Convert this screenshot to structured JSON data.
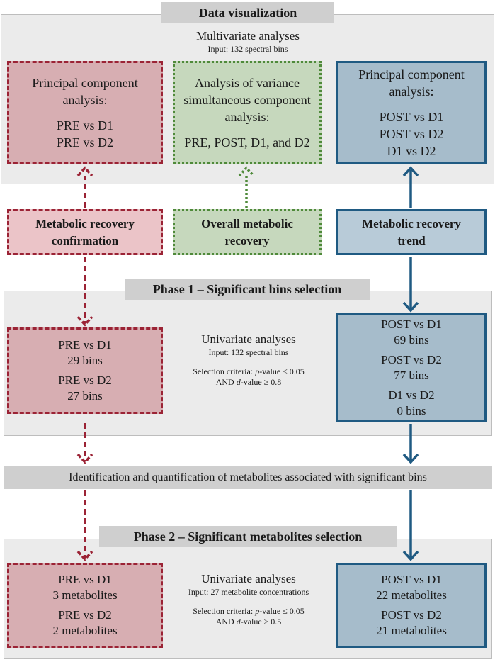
{
  "data_visualization": {
    "banner": "Data visualization",
    "multivariate_title": "Multivariate analyses",
    "multivariate_input": "Input: 132 spectral bins",
    "pca_left": {
      "line1": "Principal component",
      "line2": "analysis:",
      "line3": "PRE vs D1",
      "line4": "PRE vs D2"
    },
    "asca": {
      "line1": "Analysis of variance",
      "line2": "simultaneous component",
      "line3": "analysis:",
      "line4": "PRE, POST, D1, and D2"
    },
    "pca_right": {
      "line1": "Principal component",
      "line2": "analysis:",
      "line3": "POST vs D1",
      "line4": "POST vs D2",
      "line5": "D1 vs D2"
    }
  },
  "objectives": {
    "confirmation": {
      "line1": "Metabolic recovery",
      "line2": "confirmation"
    },
    "overall": {
      "line1": "Overall metabolic",
      "line2": "recovery"
    },
    "trend": {
      "line1": "Metabolic recovery",
      "line2": "trend"
    }
  },
  "phase1": {
    "banner": "Phase 1 – Significant bins selection",
    "left": {
      "c1a": "PRE vs D1",
      "c1b": "29 bins",
      "c2a": "PRE vs D2",
      "c2b": "27 bins"
    },
    "center": {
      "title": "Univariate analyses",
      "input": "Input: 132 spectral bins",
      "crit_prefix": "Selection criteria: ",
      "p_italic": "p",
      "crit_mid": "-value ≤ 0.05",
      "and_prefix": "AND ",
      "d_italic": "d",
      "crit_end": "-value ≥ 0.8"
    },
    "right": {
      "c1a": "POST vs D1",
      "c1b": "69 bins",
      "c2a": "POST vs D2",
      "c2b": "77 bins",
      "c3a": "D1 vs D2",
      "c3b": "0 bins"
    }
  },
  "identification": {
    "banner": "Identification and quantification of metabolites associated with significant bins"
  },
  "phase2": {
    "banner": "Phase 2 – Significant metabolites selection",
    "left": {
      "c1a": "PRE vs D1",
      "c1b": "3 metabolites",
      "c2a": "PRE vs D2",
      "c2b": "2 metabolites"
    },
    "center": {
      "title": "Univariate analyses",
      "input": "Input: 27 metabolite concentrations",
      "crit_prefix": "Selection criteria: ",
      "p_italic": "p",
      "crit_mid": "-value ≤ 0.05",
      "and_prefix": "AND ",
      "d_italic": "d",
      "crit_end": "-value ≥ 0.5"
    },
    "right": {
      "c1a": "POST vs D1",
      "c1b": "22 metabolites",
      "c2a": "POST vs D2",
      "c2b": "21 metabolites"
    }
  },
  "colors": {
    "red": "#9b2335",
    "green": "#4f8a3a",
    "blue": "#1f5a82"
  }
}
